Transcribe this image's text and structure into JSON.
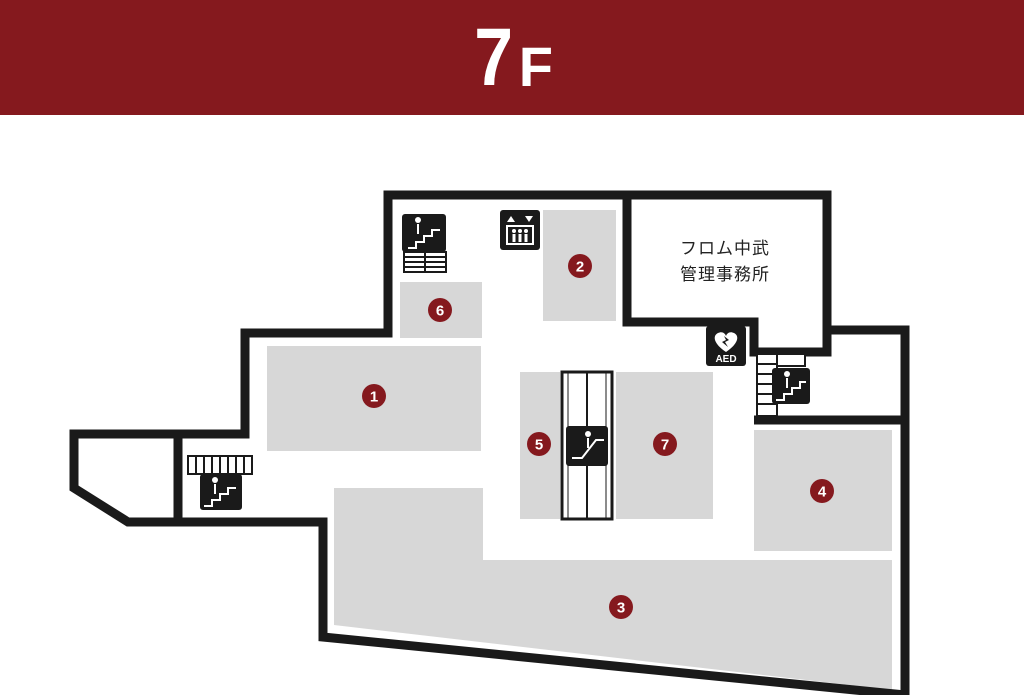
{
  "header": {
    "floor_number": "7",
    "floor_suffix": "F",
    "background_color": "#85191e"
  },
  "areas": [
    {
      "id": "area-1",
      "label": "1"
    },
    {
      "id": "area-2",
      "label": "2"
    },
    {
      "id": "area-3",
      "label": "3"
    },
    {
      "id": "area-4",
      "label": "4"
    },
    {
      "id": "area-5",
      "label": "5"
    },
    {
      "id": "area-6",
      "label": "6"
    },
    {
      "id": "area-7",
      "label": "7"
    }
  ],
  "office": {
    "line1": "フロム中武",
    "line2": "管理事務所"
  },
  "icons": {
    "aed_label": "AED",
    "stairs": "stairs-icon",
    "elevator": "elevator-icon",
    "escalator": "escalator-icon",
    "aed": "aed-icon"
  },
  "colors": {
    "area_fill": "#d7d7d7",
    "wall": "#1a1a1a",
    "badge": "#85191e"
  }
}
